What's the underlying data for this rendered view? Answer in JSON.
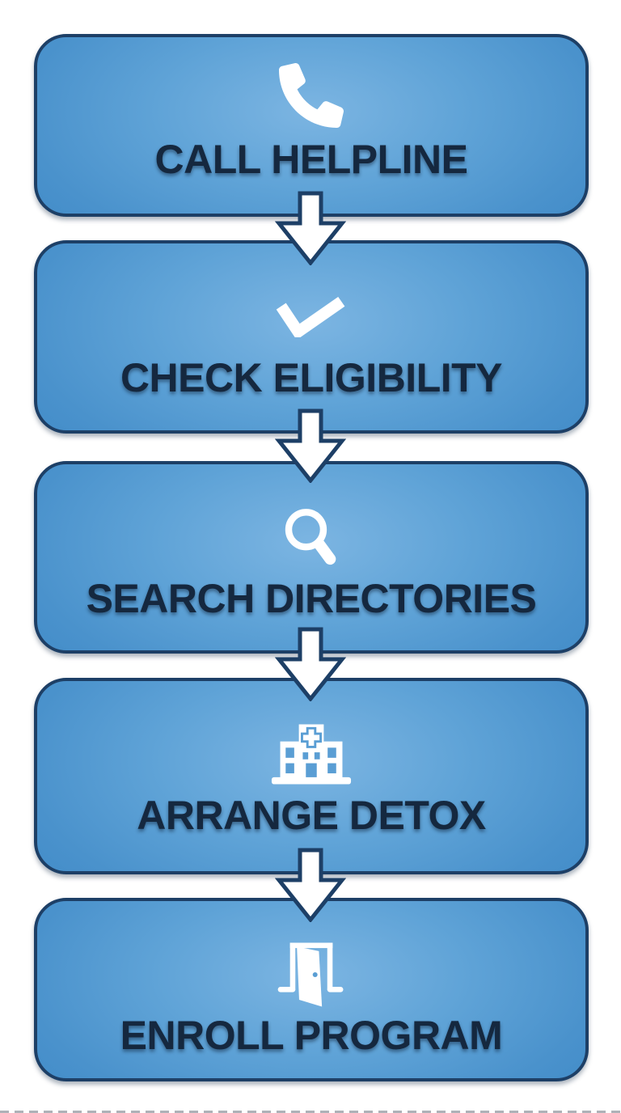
{
  "page": {
    "background": "#ffffff"
  },
  "flowchart": {
    "type": "vertical-step-flow",
    "steps": [
      {
        "label": "CALL HELPLINE",
        "icon": "phone-icon"
      },
      {
        "label": "CHECK ELIGIBILITY",
        "icon": "checkmark-icon"
      },
      {
        "label": "SEARCH DIRECTORIES",
        "icon": "magnifier-icon"
      },
      {
        "label": "ARRANGE DETOX",
        "icon": "hospital-icon"
      },
      {
        "label": "ENROLL PROGRAM",
        "icon": "open-door-icon"
      }
    ],
    "connectors": {
      "style": "block-down-arrow",
      "count": 4,
      "fill": "#ffffff",
      "outline": "#1d3f66"
    },
    "colors": {
      "box_fill_center": "#7cb5e2",
      "box_fill_edge": "#3480c2",
      "box_border": "#1d3f66",
      "label_text": "#15283f",
      "icon": "#ffffff",
      "icon_cutout_blue": "#5a9ed4",
      "background": "#ffffff"
    }
  }
}
